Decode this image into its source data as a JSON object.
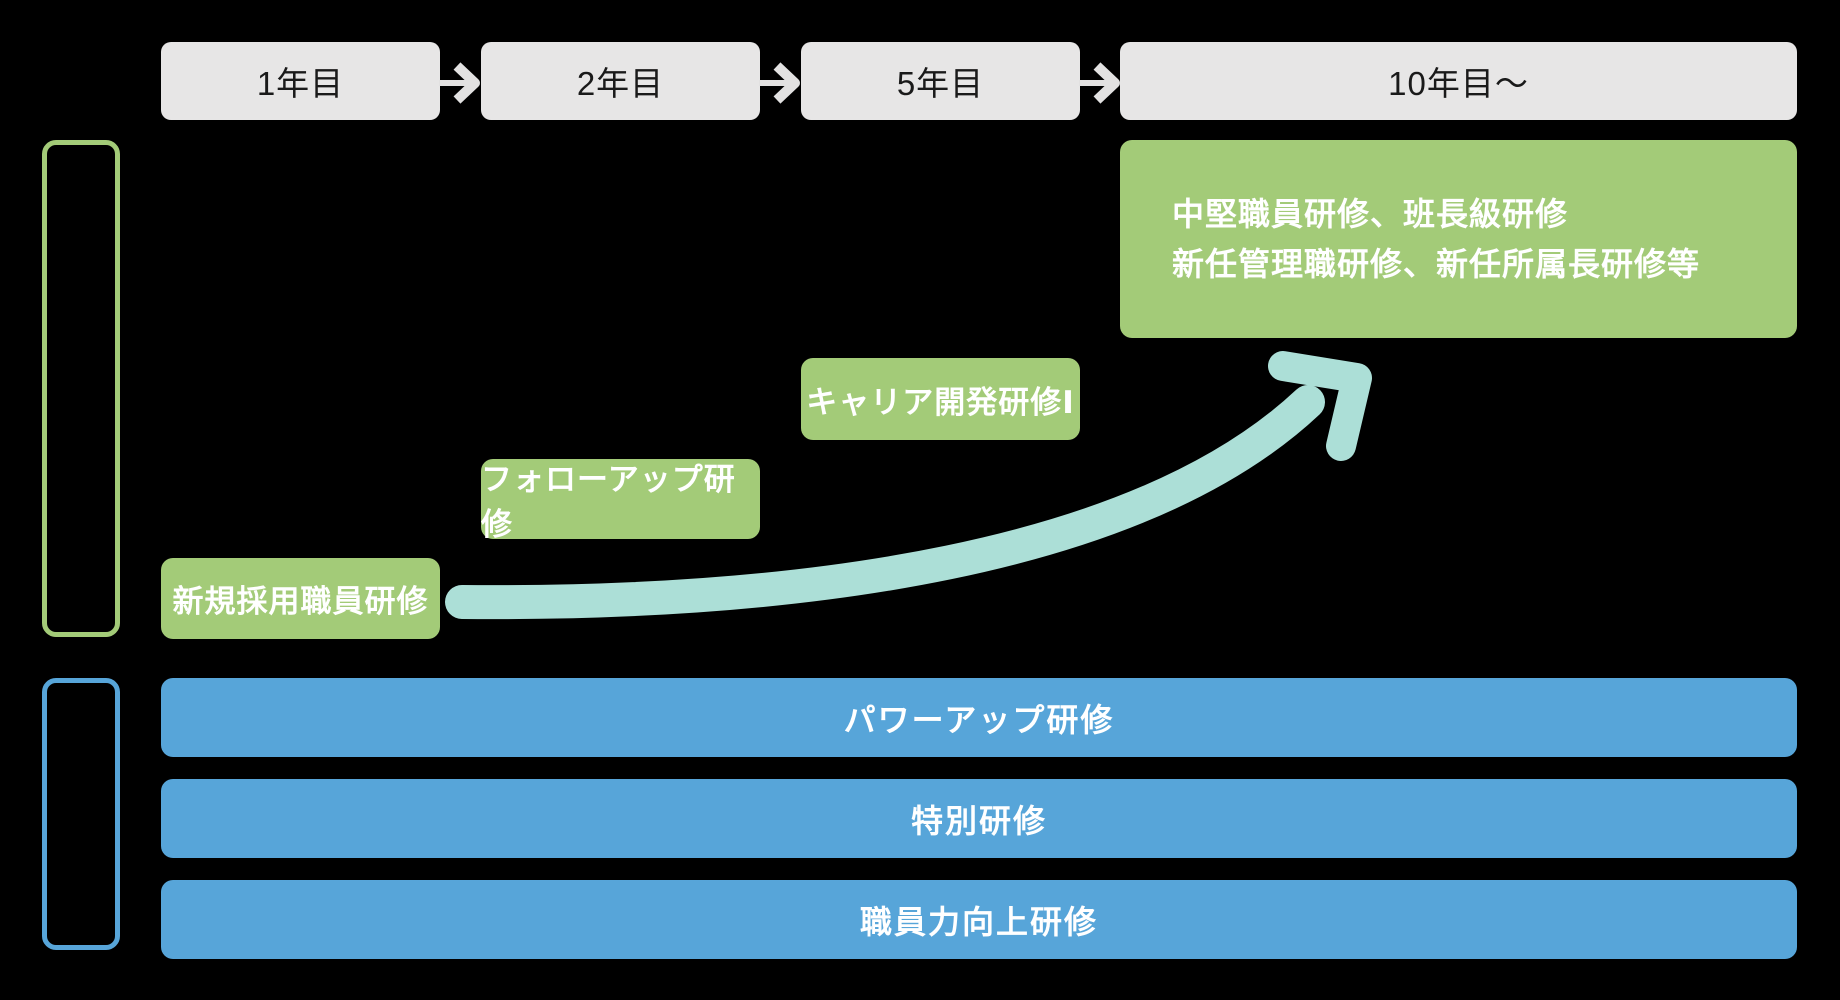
{
  "colors": {
    "background": "#000000",
    "green": "#A3CB78",
    "blue": "#57A5D9",
    "teal": "#ACDFD7",
    "gray": "#E7E6E6",
    "arrow_gray": "#E2E1E1",
    "text_dark": "#1A1A1A",
    "text_light": "#FFFFFF"
  },
  "header": {
    "years": [
      {
        "label": "1年目"
      },
      {
        "label": "2年目"
      },
      {
        "label": "5年目"
      },
      {
        "label": "10年目〜"
      }
    ]
  },
  "hierarchical_training": {
    "items": [
      {
        "label": "新規採用職員研修"
      },
      {
        "label": "フォローアップ研修"
      },
      {
        "label": "キャリア開発研修Ⅰ"
      }
    ],
    "advanced": {
      "line1": "中堅職員研修、班長級研修",
      "line2": "新任管理職研修、新任所属長研修等"
    }
  },
  "common_training": {
    "bars": [
      {
        "label": "パワーアップ研修"
      },
      {
        "label": "特別研修"
      },
      {
        "label": "職員力向上研修"
      }
    ]
  }
}
